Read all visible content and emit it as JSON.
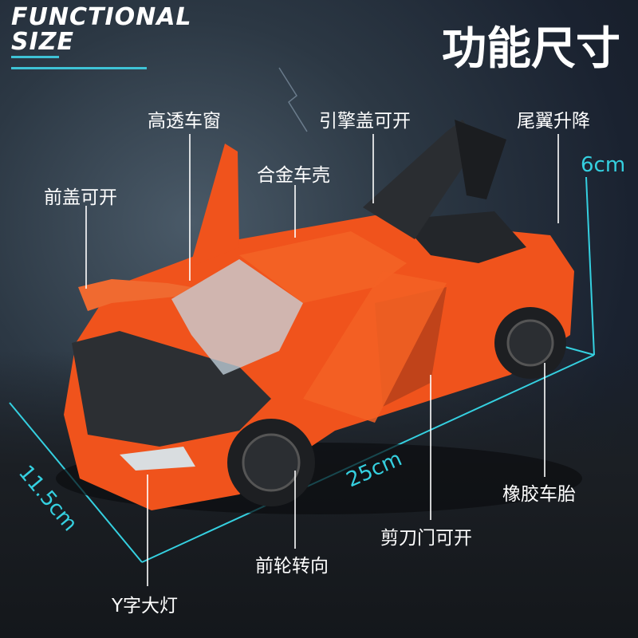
{
  "header": {
    "brand_line1": "FUNCTIONAL",
    "brand_line2": "SIZE",
    "title": "功能尺寸"
  },
  "features": {
    "window": "高透车窗",
    "hood": "引擎盖可开",
    "spoiler": "尾翼升降",
    "front_cover": "前盖可开",
    "body": "合金车壳",
    "tires": "橡胶车胎",
    "scissor_doors": "剪刀门可开",
    "steering": "前轮转向",
    "headlights": "Y字大灯"
  },
  "dimensions": {
    "height": "6cm",
    "length": "25cm",
    "width": "11.5cm"
  },
  "colors": {
    "accent": "#35d0e0",
    "car_body": "#f0531c",
    "text": "#ffffff"
  }
}
